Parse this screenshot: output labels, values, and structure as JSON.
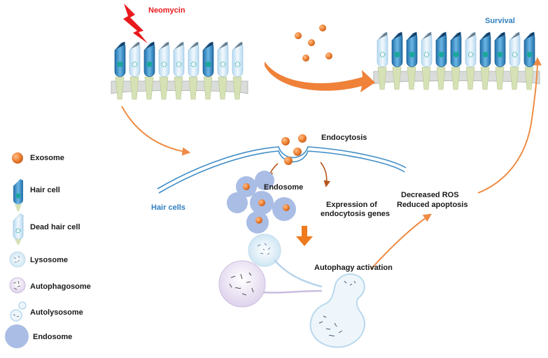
{
  "labels": {
    "neomycin": "Neomycin",
    "survival": "Survival",
    "endocytosis": "Endocytosis",
    "endosome": "Endosome",
    "hair_cells": "Hair cells",
    "expression_1": "Expression of",
    "expression_2": "endocytosis genes",
    "ros_1": "Decreased ROS",
    "ros_2": "Reduced apoptosis",
    "autophagy": "Autophagy activation"
  },
  "legend": [
    {
      "icon": "exosome-icon",
      "label": "Exosome"
    },
    {
      "icon": "hair-cell-icon",
      "label": "Hair cell"
    },
    {
      "icon": "dead-hair-cell-icon",
      "label": "Dead hair cell"
    },
    {
      "icon": "lysosome-icon",
      "label": "Lysosome"
    },
    {
      "icon": "autophagosome-icon",
      "label": "Autophagosome"
    },
    {
      "icon": "autolysosome-icon",
      "label": "Autolysosome"
    },
    {
      "icon": "endosome-icon",
      "label": "Endosome"
    }
  ],
  "colors": {
    "exosome": "#ef8a3e",
    "arrow": "#ee8c45",
    "hair_cell": "#3d8fc8",
    "dead_cell": "#d8ecf7",
    "support_cell": "#d6e2b6",
    "endosome": "#a9bde5",
    "membrane": "#3e8cc7",
    "neomycin": "#e8191c",
    "survival": "#2f7fc0"
  },
  "left_epithelium_cells": [
    "live",
    "dead",
    "live",
    "dead",
    "dead",
    "dead",
    "live",
    "dead",
    "dead"
  ],
  "right_epithelium_cells": [
    "dead",
    "live",
    "live",
    "dead",
    "live",
    "live",
    "dead",
    "live",
    "live",
    "dead",
    "live"
  ]
}
